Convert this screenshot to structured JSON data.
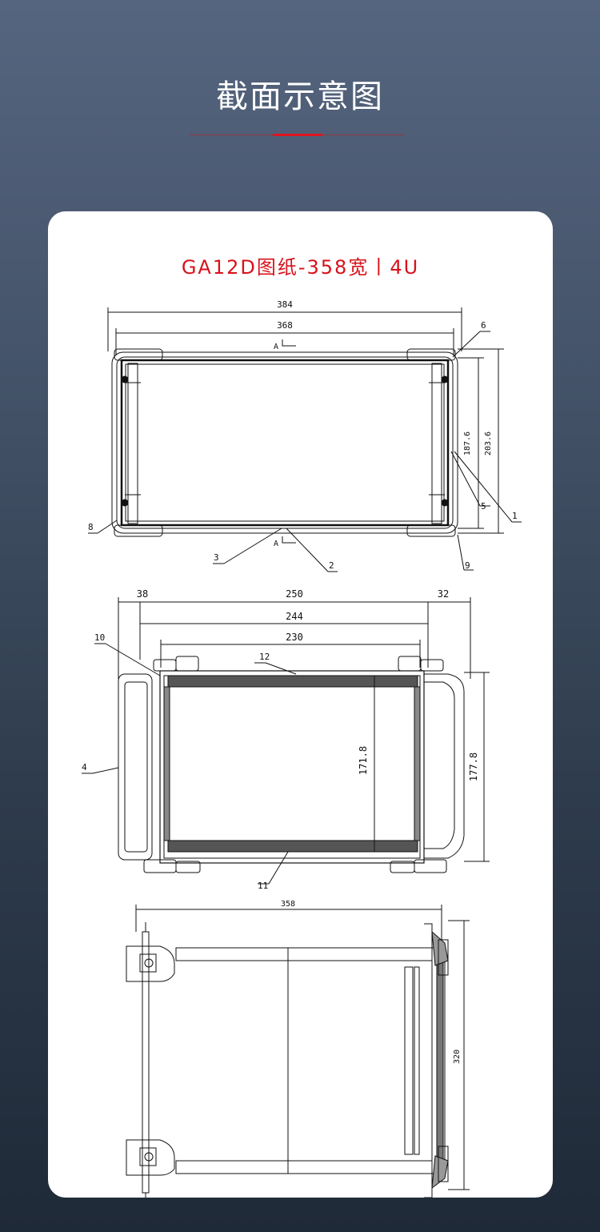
{
  "header": {
    "title": "截面示意图",
    "accent_color": "#e0141e"
  },
  "card": {
    "title": "GA12D图纸-358宽丨4U",
    "title_color": "#d8121b"
  },
  "views": {
    "front": {
      "dims": {
        "overall_width": "384",
        "inner_width": "368",
        "height_inner": "187.6",
        "height_outer": "203.6"
      },
      "section_label": "A",
      "callouts": [
        "6",
        "8",
        "5",
        "1",
        "3",
        "2",
        "9"
      ]
    },
    "section": {
      "dims": {
        "left_offset": "38",
        "overall": "250",
        "right_offset": "32",
        "mid": "244",
        "inner": "230",
        "inner_height": "171.8",
        "outer_height": "177.8"
      },
      "callouts": [
        "10",
        "12",
        "4",
        "11"
      ]
    },
    "plan": {
      "dims": {
        "depth": "358",
        "width": "320"
      }
    }
  }
}
